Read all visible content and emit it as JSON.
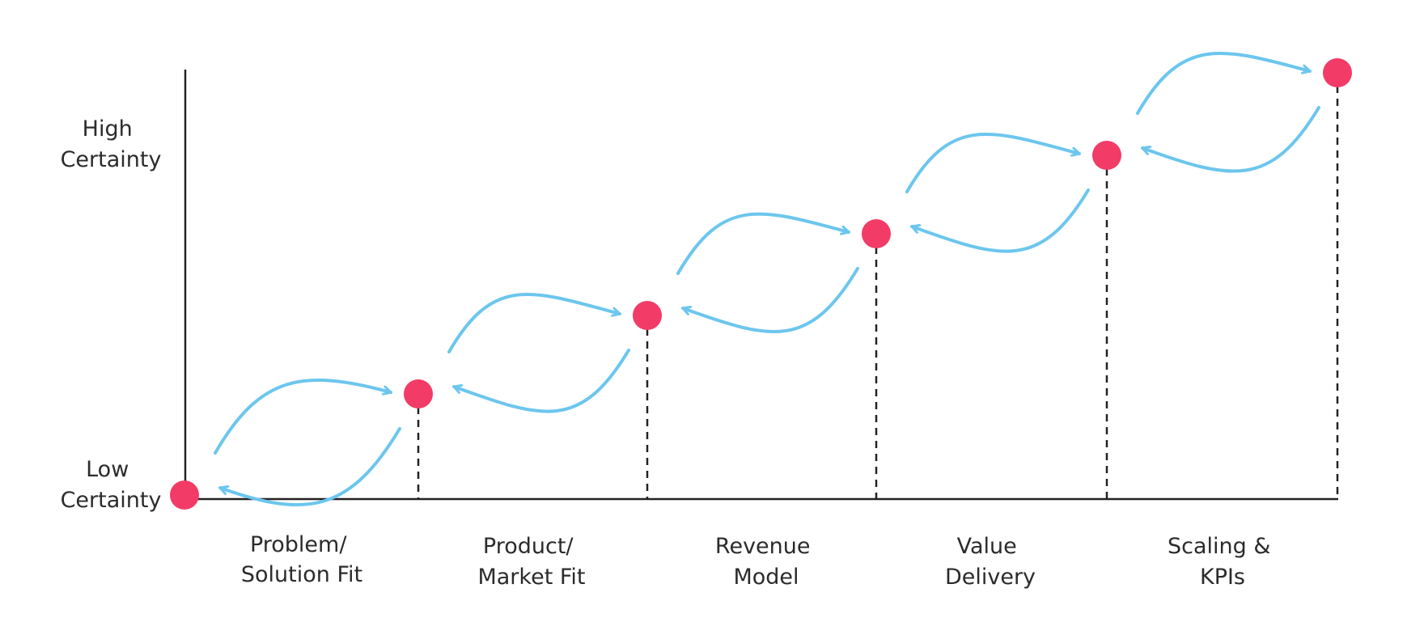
{
  "y_axis": {
    "high_label": [
      "High",
      "Certainty"
    ],
    "low_label": [
      "Low",
      "Certainty"
    ]
  },
  "stages": [
    {
      "label": [
        "Problem/",
        "Solution Fit"
      ]
    },
    {
      "label": [
        "Product/",
        "Market Fit"
      ]
    },
    {
      "label": [
        "Revenue",
        "Model"
      ]
    },
    {
      "label": [
        "Value",
        "Delivery"
      ]
    },
    {
      "label": [
        "Scaling &",
        "KPIs"
      ]
    }
  ],
  "colors": {
    "node": "#f23b66",
    "arrow": "#6cc6ee",
    "axis": "#222222",
    "text": "#2b2b2b"
  }
}
